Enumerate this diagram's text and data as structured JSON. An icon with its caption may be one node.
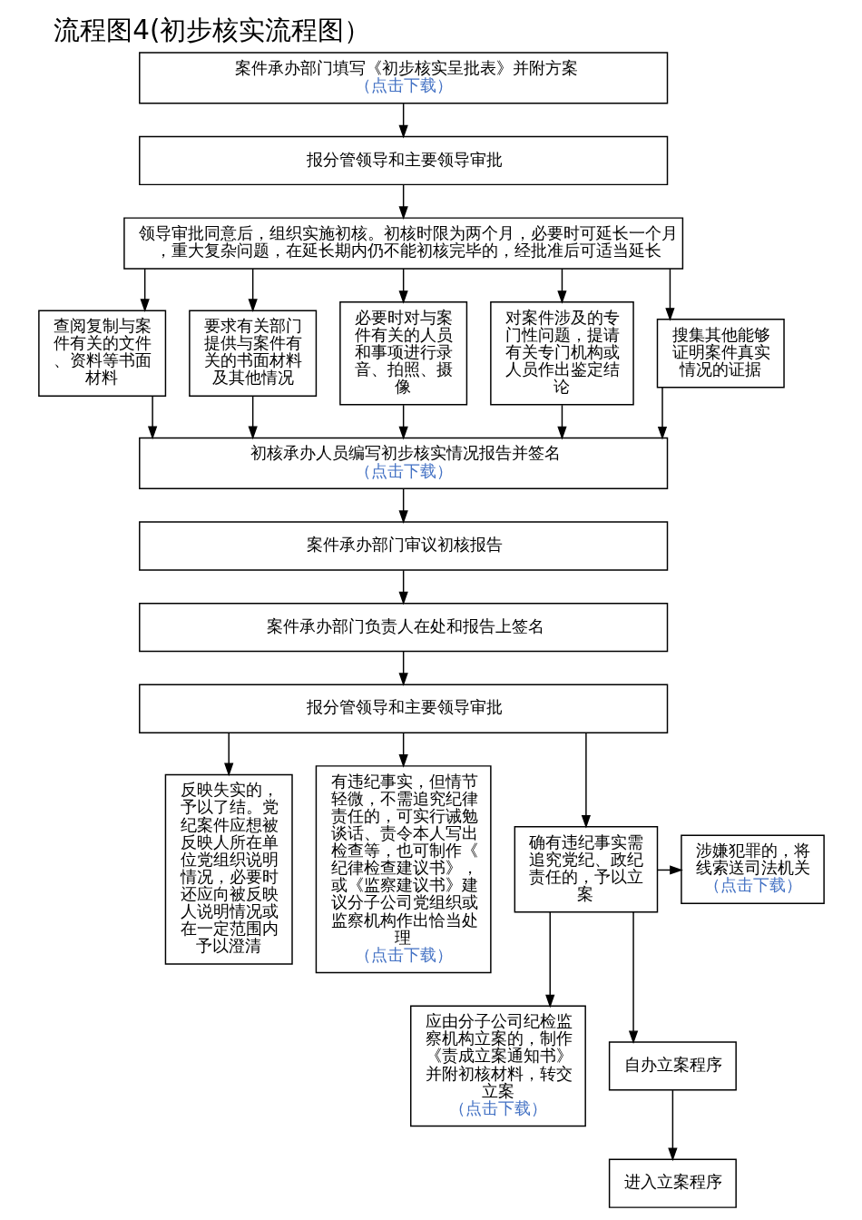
{
  "diagram": {
    "title": "流程图4(初步核实流程图）",
    "nodes": [
      {
        "text": [
          "案件承办部门填写《初步核实呈批表》并附方案",
          "（点击下载）"
        ]
      },
      {
        "text": [
          "报分管领导和主要领导审批"
        ]
      },
      {
        "text": [
          "领导审批同意后，组织实施初核。初核时限为两个月，必要时可延长一个月，重大复杂问题，在延长期内仍不能初核完毕的，经批准后可适当延长"
        ]
      },
      {
        "text": [
          "查阅复制与案件有关的文件、资料等书面材料"
        ]
      },
      {
        "text": [
          "要求有关部门提供与案件有关的书面材料及其他情况"
        ]
      },
      {
        "text": [
          "必要时对与案件有关的人员和事项进行录音、拍照、摄像"
        ]
      },
      {
        "text": [
          "对案件涉及的专门性问题，提请有关专门机构或人员作出鉴定结论"
        ]
      },
      {
        "text": [
          "搜集其他能够证明案件真实情况的证据"
        ]
      },
      {
        "text": [
          "初核承办人员编写初步核实情况报告并签名",
          "（点击下载）"
        ]
      },
      {
        "text": [
          "案件承办部门审议初核报告"
        ]
      },
      {
        "text": [
          "案件承办部门负责人在处和报告上签名"
        ]
      },
      {
        "text": [
          "报分管领导和主要领导审批"
        ]
      },
      {
        "text": [
          "反映失实的，予以了结。党纪案件应想被反映人所在单位党组织说明情况，必要时还应向被反映人说明情况或在一定范围内予以澄清"
        ]
      },
      {
        "text": [
          "有违纪事实，但情节轻微，不需追究纪律责任的，可实行诫勉谈话、责令本人写出检查等，也可制作《纪律检查建议书》，或《监察建议书》建议分子公司党组织或监察机构作出恰当处理",
          "（点击下载）"
        ]
      },
      {
        "text": [
          "确有违纪事实需追究党纪、政纪责任的，予以立案"
        ]
      },
      {
        "text": [
          "涉嫌犯罪的，将线索送司法机关",
          "（点击下载）"
        ]
      },
      {
        "text": [
          "应由分子公司纪检监察机构立案的，制作《责成立案通知书》并附初核材料，转交立案",
          "（点击下载）"
        ]
      },
      {
        "text": [
          "自办立案程序"
        ]
      },
      {
        "text": [
          "进入立案程序"
        ]
      }
    ],
    "edges": [
      {
        "from": 0,
        "to": 1,
        "arrow": "to"
      },
      {
        "from": 1,
        "to": 2,
        "arrow": "to"
      },
      {
        "from": 2,
        "to": 3,
        "arrow": "to"
      },
      {
        "from": 2,
        "to": 4,
        "arrow": "to"
      },
      {
        "from": 2,
        "to": 5,
        "arrow": "to"
      },
      {
        "from": 2,
        "to": 6,
        "arrow": "to"
      },
      {
        "from": 2,
        "to": 7,
        "arrow": "to"
      },
      {
        "from": 3,
        "to": 8,
        "arrow": "to"
      },
      {
        "from": 4,
        "to": 8,
        "arrow": "to"
      },
      {
        "from": 5,
        "to": 8,
        "arrow": "to"
      },
      {
        "from": 6,
        "to": 8,
        "arrow": "to"
      },
      {
        "from": 7,
        "to": 8,
        "arrow": "to"
      },
      {
        "from": 8,
        "to": 9,
        "arrow": "to"
      },
      {
        "from": 9,
        "to": 10,
        "arrow": "to"
      },
      {
        "from": 10,
        "to": 11,
        "arrow": "to"
      },
      {
        "from": 11,
        "to": 12,
        "arrow": "to"
      },
      {
        "from": 11,
        "to": 13,
        "arrow": "to"
      },
      {
        "from": 11,
        "to": 14,
        "arrow": "to"
      },
      {
        "from": 14,
        "to": 15,
        "arrow": "to"
      },
      {
        "from": 14,
        "to": 16,
        "arrow": "to"
      },
      {
        "from": 14,
        "to": 17,
        "arrow": "to"
      },
      {
        "from": 17,
        "to": 18,
        "arrow": "to"
      }
    ]
  }
}
